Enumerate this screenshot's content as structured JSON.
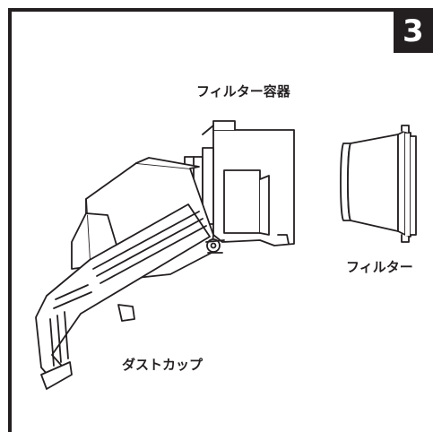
{
  "step_number": "3",
  "labels": {
    "filter_container": "フィルター容器",
    "filter": "フィルター",
    "dust_cup": "ダストカップ"
  },
  "colors": {
    "line": "#231f20",
    "background": "#ffffff"
  }
}
